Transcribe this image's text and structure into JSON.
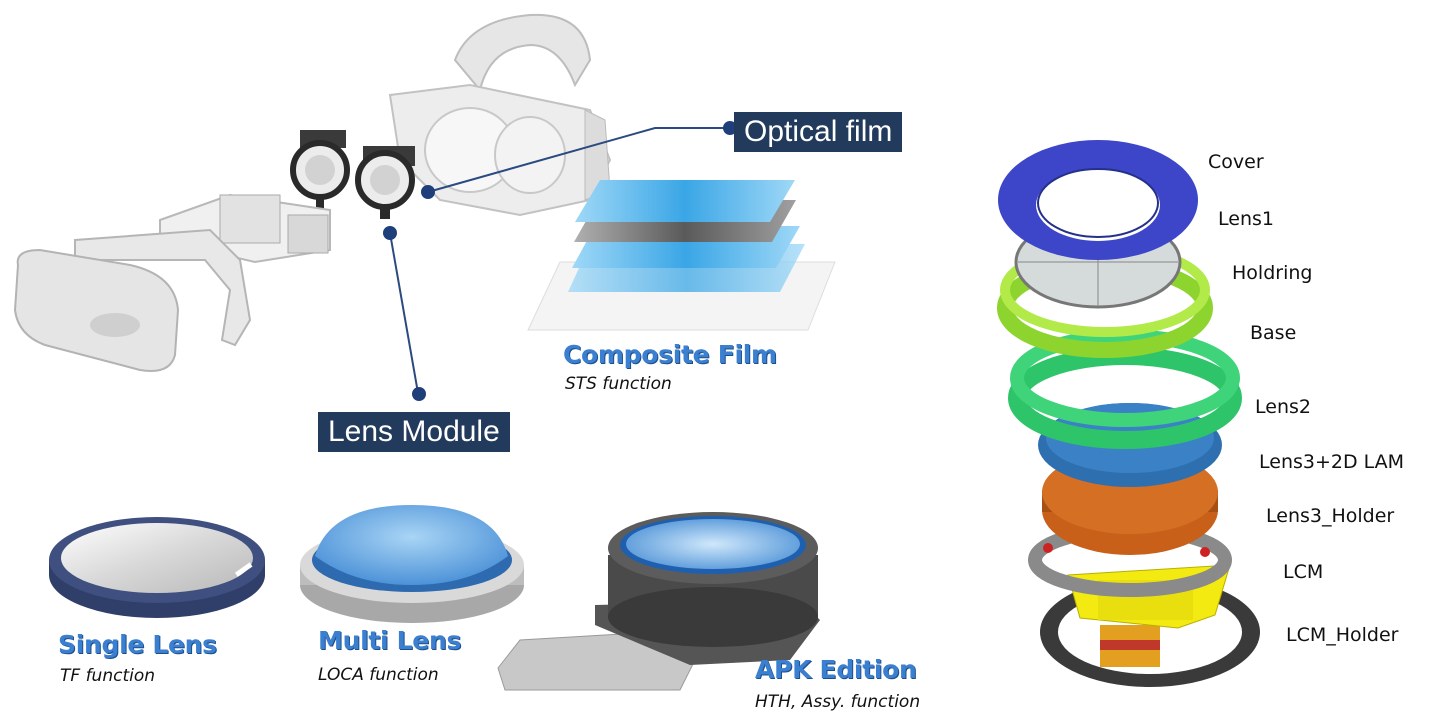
{
  "callouts": {
    "optical_film": "Optical film",
    "lens_module": "Lens Module"
  },
  "products": {
    "composite_film": {
      "title": "Composite Film",
      "subtitle": "STS function"
    },
    "single_lens": {
      "title": "Single Lens",
      "subtitle": "TF function"
    },
    "multi_lens": {
      "title": "Multi Lens",
      "subtitle": "LOCA function"
    },
    "apk_edition": {
      "title": "APK Edition",
      "subtitle": "HTH, Assy. function"
    }
  },
  "stack_parts": [
    "Cover",
    "Lens1",
    "Holdring",
    "Base",
    "Lens2",
    "Lens3+2D LAM",
    "Lens3_Holder",
    "LCM",
    "LCM_Holder"
  ],
  "colors": {
    "callout_bg": "#223a5c",
    "title_blue": "#3a7fd0",
    "connector": "#2a4a80",
    "cover": "#3d45c8",
    "holdring": "#9ee03a",
    "base": "#2ec46a",
    "lens2": "#2e6fb0",
    "lens3": "#c8601a",
    "lcm": "#f2ea10"
  }
}
